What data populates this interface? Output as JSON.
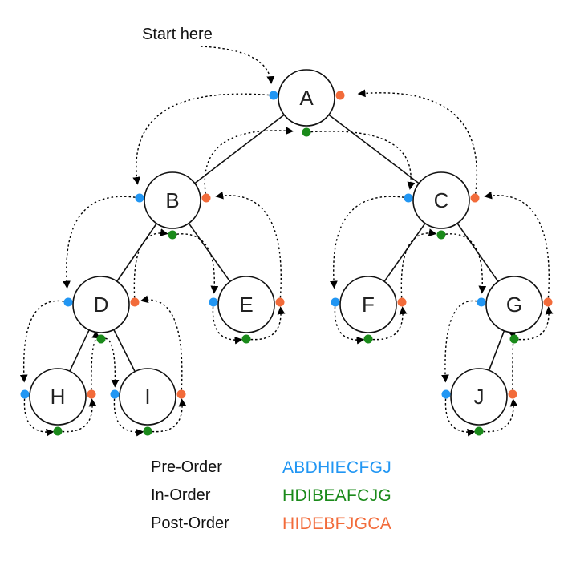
{
  "start_label": "Start here",
  "nodes": [
    "A",
    "B",
    "C",
    "D",
    "E",
    "F",
    "G",
    "H",
    "I",
    "J"
  ],
  "edges": [
    [
      "A",
      "B"
    ],
    [
      "A",
      "C"
    ],
    [
      "B",
      "D"
    ],
    [
      "B",
      "E"
    ],
    [
      "C",
      "F"
    ],
    [
      "C",
      "G"
    ],
    [
      "D",
      "H"
    ],
    [
      "D",
      "I"
    ],
    [
      "G",
      "J"
    ]
  ],
  "colors": {
    "pre": "#2196f3",
    "in": "#1a8a1a",
    "post": "#f26b3a",
    "node_stroke": "#111111"
  },
  "legend": [
    {
      "label": "Pre-Order",
      "sequence": "ABDHIECFGJ"
    },
    {
      "label": "In-Order",
      "sequence": "HDIBEAFCJG"
    },
    {
      "label": "Post-Order",
      "sequence": "HIDEBFJGCA"
    }
  ]
}
